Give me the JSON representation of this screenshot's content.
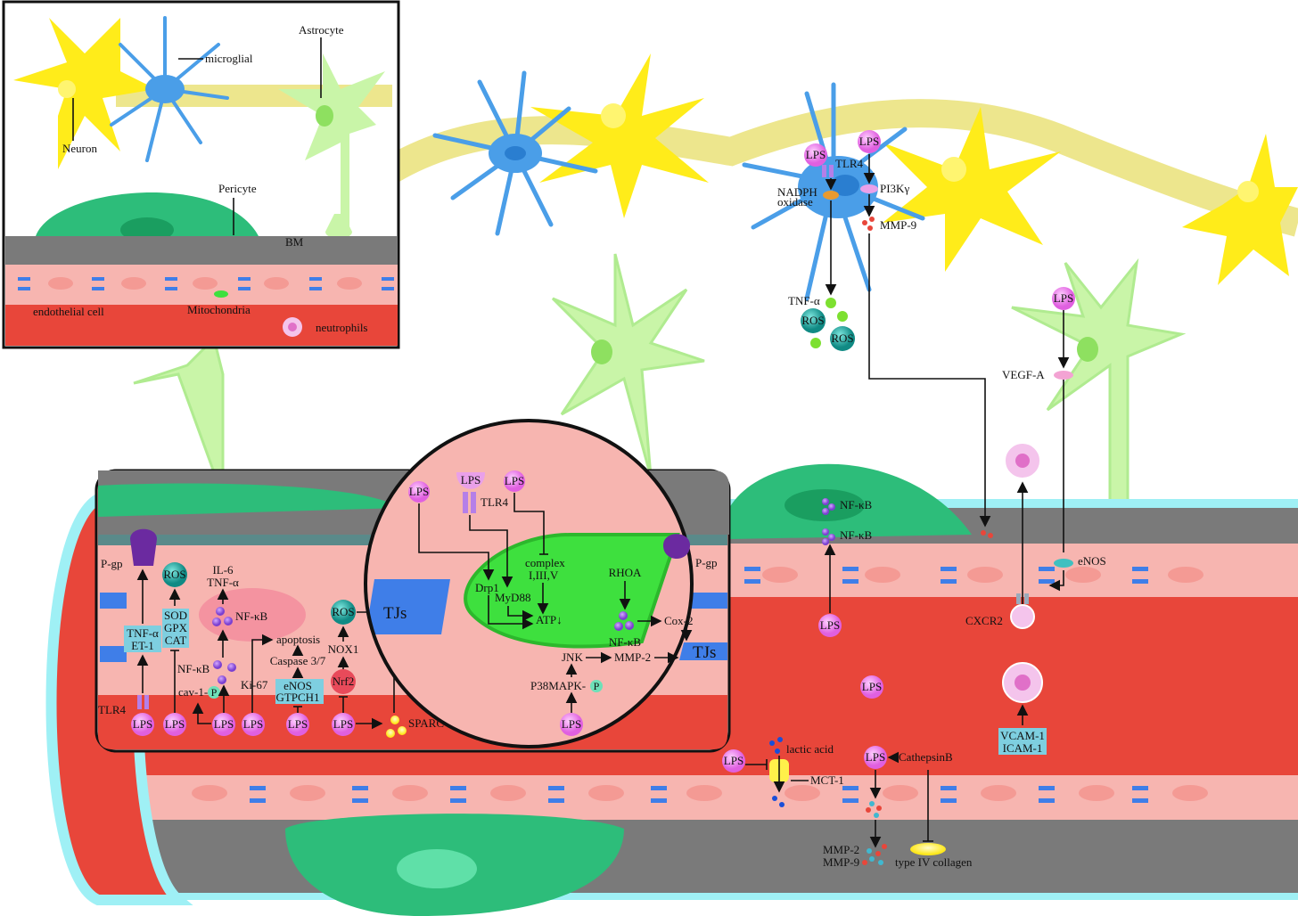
{
  "colors": {
    "lumen": "#e8463a",
    "endothelium": "#f7b5b0",
    "basement_membrane": "#7a7a7a",
    "outer_layer": "#9ff0f5",
    "pericyte": "#2dbd7a",
    "neuron": "#ffec1a",
    "microglia": "#4a9ee8",
    "astrocyte": "#c9f5a8",
    "lps": "#f07ff0",
    "ros": "#20a8a0",
    "label_box": "#7ecfe0",
    "mitochondrion": "#3ee03e",
    "tight_junction": "#3f7ee8"
  },
  "labels": {
    "lps": "LPS"
  },
  "inset_overview": {
    "astrocyte": "Astrocyte",
    "microglial": "microglial",
    "neuron": "Neuron",
    "pericyte": "Pericyte",
    "bm": "BM",
    "endothelial_cell": "endothelial cell",
    "mitochondria": "Mitochondria",
    "neutrophils": "neutrophils"
  },
  "microglia_pathway": {
    "tlr4": "TLR4",
    "nadph_1": "NADPH",
    "nadph_2": "oxidase",
    "pi3k": "PI3Kγ",
    "mmp9": "MMP-9",
    "tnf": "TNF-α",
    "ros": "ROS"
  },
  "astrocyte_pathway": {
    "vegf": "VEGF-A",
    "enos": "eNOS"
  },
  "endothelial_inset": {
    "pgp": "P-gp",
    "ros": "ROS",
    "il6": "IL-6",
    "tnf": "TNF-α",
    "nfkb": "NF-κB",
    "tnf_et1_1": "TNF-α",
    "tnf_et1_2": "ET-1",
    "sod": "SOD",
    "gpx": "GPX",
    "cat": "CAT",
    "apoptosis": "apoptosis",
    "caspase": "Caspase 3/7",
    "nox1": "NOX1",
    "tjs": "TJs",
    "cav1": "cav-1-",
    "p": "P",
    "ki67": "Ki-67",
    "enos": "eNOS",
    "gtpch1": "GTPCH1",
    "nrf2": "Nrf2",
    "tlr4": "TLR4",
    "sparc": "SPARC",
    "drp1": "Drp1",
    "myd88": "MyD88",
    "complex_1": "complex",
    "complex_2": "I,III,V",
    "atp": "ATP↓",
    "rhoa": "RHOA",
    "cox2": "Cox-2",
    "jnk": "JNK",
    "mmp2": "MMP-2",
    "p38": "P38MAPK-"
  },
  "vessel_right": {
    "nfkb": "NF-κB",
    "cxcr2": "CXCR2",
    "vcam": "VCAM-1",
    "icam": "ICAM-1",
    "lactic_acid": "lactic acid",
    "mct1": "MCT-1",
    "cathepsin": "CathepsinB",
    "mmp2": "MMP-2",
    "mmp9": "MMP-9",
    "collagen": "type IV collagen"
  }
}
